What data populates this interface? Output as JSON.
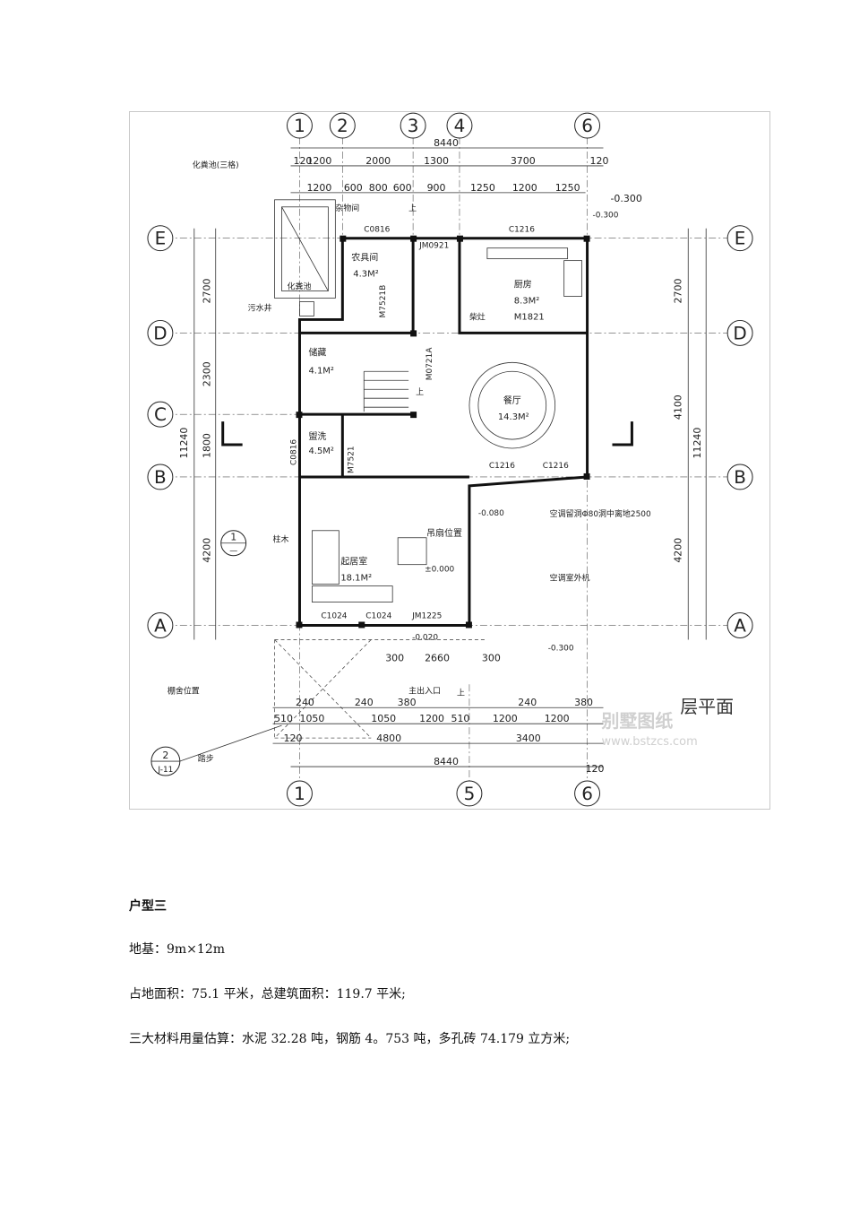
{
  "plan": {
    "axes_top": [
      "1",
      "2",
      "3",
      "4",
      "6"
    ],
    "axes_bottom": [
      "1",
      "5",
      "6"
    ],
    "axes_rows": [
      "E",
      "D",
      "C",
      "B",
      "A"
    ],
    "dims": {
      "total_top": "8440",
      "total_bottom": "8440",
      "t120a": "120",
      "t1200": "1200",
      "t2000": "2000",
      "t1300": "1300",
      "t3700": "3700",
      "t120b": "120",
      "s1200": "1200",
      "s600a": "600",
      "s800": "800",
      "s600b": "600",
      "s900": "900",
      "s1250a": "1250",
      "s1200b": "1200",
      "s1250b": "1250",
      "left_11240": "11240",
      "right_11240": "11240",
      "l2700": "2700",
      "l2300": "2300",
      "l1800": "1800",
      "l4200": "4200",
      "r2700": "2700",
      "r4100": "4100",
      "r4200": "4200",
      "b510a": "510",
      "b1050a": "1050",
      "b1050b": "1050",
      "b1200a": "1200",
      "b510b": "510",
      "b1200b": "1200",
      "b1200c": "1200",
      "b240a": "240",
      "b240b": "240",
      "b380a": "380",
      "b240c": "240",
      "b380b": "380",
      "b4800": "4800",
      "b3400": "3400",
      "b120": "120",
      "b120b": "120",
      "i2660": "2660",
      "i300a": "300",
      "i300b": "300",
      "level_m300a": "-0.300",
      "level_m300b": "-0.300",
      "level_m020": "-0.020",
      "level_0": "±0.000",
      "level_m080": "-0.080"
    },
    "labels": {
      "septic": "化粪池(三格)",
      "septic2": "化粪池",
      "sewage": "污水井",
      "storage_misc": "杂物间",
      "tools": "农具间",
      "tools_area": "4.3M²",
      "kitchen": "厨房",
      "kitchen_area": "8.3M²",
      "stove": "柴灶",
      "storage": "储藏",
      "storage_area": "4.1M²",
      "dining": "餐厅",
      "dining_area": "14.3M²",
      "bath": "盥洗",
      "bath_area": "4.5M²",
      "living": "起居室",
      "living_area": "18.1M²",
      "fan": "吊扇位置",
      "ac_hole": "空调留洞Φ80洞中离地2500",
      "ac_unit": "空调室外机",
      "entrance": "主出入口",
      "canopy": "棚舍位置",
      "steps": "踏步",
      "column": "柱木",
      "up1": "上",
      "up2": "上",
      "up3": "上"
    },
    "codes": {
      "c0816a": "C0816",
      "c0816b": "C0816",
      "c1216a": "C1216",
      "c1216b": "C1216",
      "c1216c": "C1216",
      "m0921": "JM0921",
      "m1821": "M1821",
      "m7521b": "M7521B",
      "m0721a": "M0721A",
      "m7521": "M7521",
      "jm1225": "JM1225",
      "c1024a": "C1024",
      "c1024b": "C1024"
    },
    "section_marks": {
      "s1_num": "1",
      "s1_ref": "—",
      "s2_num": "2",
      "s2_ref": "J-11"
    },
    "plan_title": "层平面",
    "watermark": "别墅图纸",
    "watermark_url": "www.bstzcs.com"
  },
  "content": {
    "heading": "户型三",
    "line1": "地基：9m×12m",
    "line2": "占地面积：75.1 平米，总建筑面积：119.7 平米;",
    "line3": "三大材料用量估算：水泥 32.28 吨，钢筋 4。753 吨，多孔砖 74.179 立方米;"
  }
}
